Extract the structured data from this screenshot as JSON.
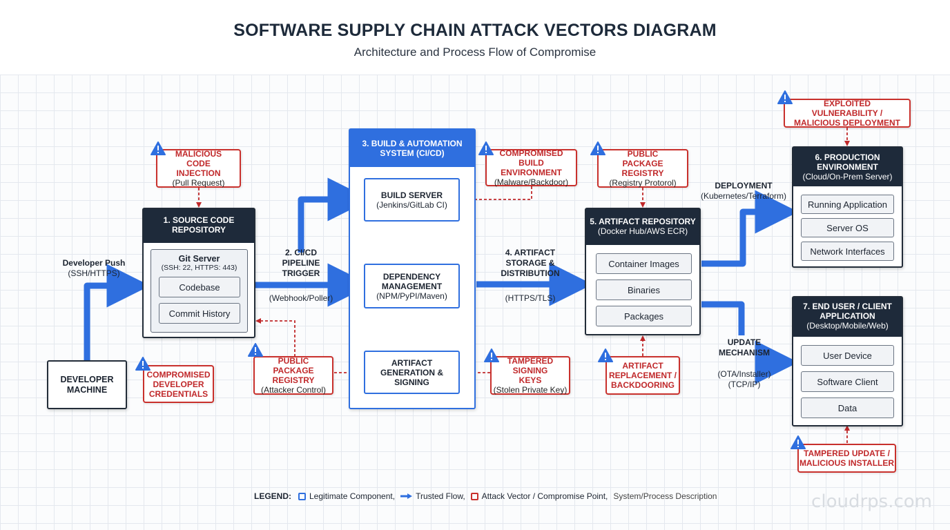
{
  "header": {
    "title": "SOFTWARE SUPPLY CHAIN ATTACK VECTORS DIAGRAM",
    "subtitle": "Architecture and Process Flow of Compromise"
  },
  "developer_machine": {
    "label": "DEVELOPER MACHINE"
  },
  "developer_push": {
    "title": "Developer Push",
    "sub": "(SSH/HTTPS)"
  },
  "source_repo": {
    "title": "1. SOURCE CODE REPOSITORY",
    "server_title": "Git Server",
    "server_sub": "(SSH: 22, HTTPS: 443)",
    "items": [
      "Codebase",
      "Commit History"
    ]
  },
  "cicd_trigger": {
    "title": "2. CI/CD PIPELINE TRIGGER",
    "sub": "(Webhook/Poller)"
  },
  "build_system": {
    "title": "3. BUILD & AUTOMATION SYSTEM (CI/CD)",
    "build_server": {
      "title": "BUILD SERVER",
      "sub": "(Jenkins/GitLab CI)"
    },
    "dependency": {
      "title": "DEPENDENCY MANAGEMENT",
      "sub": "(NPM/PyPI/Maven)"
    },
    "artifact_gen": {
      "title": "ARTIFACT GENERATION & SIGNING"
    }
  },
  "artifact_storage": {
    "title": "4. ARTIFACT STORAGE & DISTRIBUTION",
    "sub": "(HTTPS/TLS)"
  },
  "artifact_repo": {
    "title": "5. ARTIFACT REPOSITORY",
    "sub": "(Docker Hub/AWS ECR)",
    "items": [
      "Container Images",
      "Binaries",
      "Packages"
    ]
  },
  "deployment": {
    "title": "DEPLOYMENT",
    "sub": "(Kubernetes/Terraform)"
  },
  "update_mechanism": {
    "title": "UPDATE MECHANISM",
    "sub": "(OTA/Installer) (TCP/IP)"
  },
  "production": {
    "title": "6. PRODUCTION ENVIRONMENT",
    "sub": "(Cloud/On-Prem Server)",
    "items": [
      "Running Application",
      "Server OS",
      "Network Interfaces"
    ]
  },
  "end_user": {
    "title": "7. END USER / CLIENT APPLICATION",
    "sub": "(Desktop/Mobile/Web)",
    "items": [
      "User Device",
      "Software Client",
      "Data"
    ]
  },
  "attacks": {
    "malicious_code": {
      "title": "MALICIOUS CODE INJECTION",
      "sub": "(Pull Request)"
    },
    "compromised_creds": {
      "title": "COMPROMISED DEVELOPER CREDENTIALS"
    },
    "public_registry_1": {
      "title": "PUBLIC PACKAGE REGISTRY",
      "sub": "(Attacker Control)"
    },
    "compromised_build": {
      "title": "COMPROMISED BUILD ENVIRONMENT",
      "sub": "(Malware/Backdoor)"
    },
    "tampered_keys": {
      "title": "TAMPERED SIGNING KEYS",
      "sub": "(Stolen Private Key)"
    },
    "public_registry_2": {
      "title": "PUBLIC PACKAGE REGISTRY",
      "sub": "(Registry Protorol)"
    },
    "artifact_replacement": {
      "title": "ARTIFACT REPLACEMENT / BACKDOORING"
    },
    "exploited_vuln": {
      "title": "EXPLOITED VULNERABILITY / MALICIOUS DEPLOYMENT"
    },
    "tampered_update": {
      "title": "TAMPERED UPDATE / MALICIOUS INSTALLER"
    }
  },
  "legend": {
    "label": "LEGEND:",
    "legit": "Legitimate Component,",
    "trusted": "Trusted Flow,",
    "attack": "Attack Vector / Compromise Point,",
    "desc": "System/Process Description"
  },
  "watermark": "cloudrps.com",
  "colors": {
    "flow_blue": "#2f6fdf",
    "attack_red": "#c9302c",
    "header_navy": "#1e2a3a"
  }
}
